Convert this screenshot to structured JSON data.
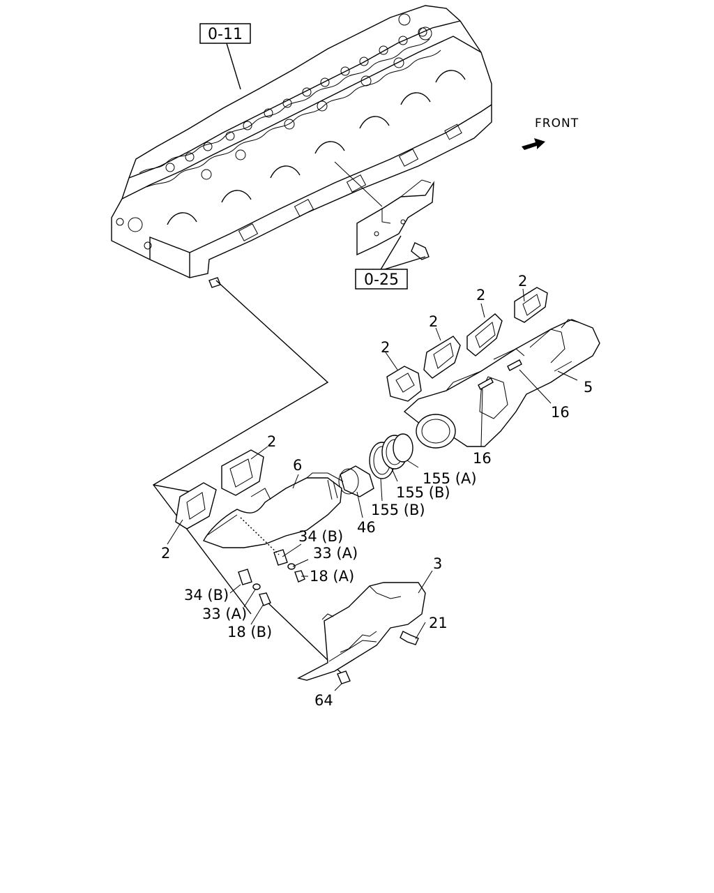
{
  "ref_boxes": {
    "cylinder_head": "0-11",
    "heat_shield_upper": "0-25"
  },
  "orientation": {
    "front_label": "FRONT"
  },
  "callouts": {
    "gasket": "2",
    "heat_insulator": "3",
    "manifold_rear": "5",
    "manifold_front": "6",
    "stud_a": "16",
    "stud_b": "16",
    "nut_b": "18 (B)",
    "nut_a": "18 (A)",
    "screw": "21",
    "washer_a_upper": "33 (A)",
    "washer_a_lower": "33 (A)",
    "spacer_b_upper": "34 (B)",
    "spacer_b_lower": "34 (B)",
    "sleeve": "46",
    "nut_64": "64",
    "seal_ring_a": "155 (A)",
    "seal_ring_b1": "155 (B)",
    "seal_ring_b2": "155 (B)"
  }
}
